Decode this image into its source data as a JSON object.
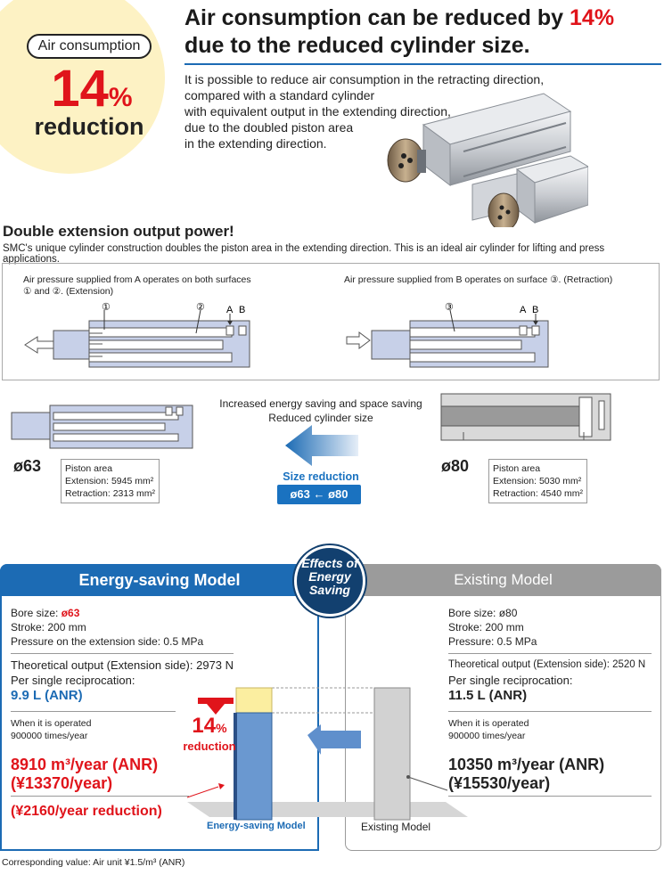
{
  "badge": {
    "pill": "Air consumption",
    "percent": "14",
    "percent_sign": "%",
    "label": "reduction"
  },
  "headline": {
    "line1_pre": "Air consumption can be reduced by ",
    "line1_pct": "14%",
    "line2": "due to the reduced cylinder size."
  },
  "intro": "It is possible to reduce air consumption in the retracting direction,\ncompared with a standard cylinder\nwith equivalent output in the extending direction,\ndue to the doubled piston area\nin the extending direction.",
  "section": {
    "title": "Double extension output power!",
    "subtitle": "SMC's unique cylinder construction doubles the piston area in the extending direction. This is an ideal air cylinder for lifting and press applications."
  },
  "diagram": {
    "left_caption_1": "Air pressure supplied from A operates on both surfaces",
    "left_caption_2": "① and ②. (Extension)",
    "right_caption": "Air pressure supplied from B operates on surface ③. (Retraction)",
    "label_1": "①",
    "label_2": "②",
    "label_3": "③",
    "label_a": "A",
    "label_b": "B"
  },
  "compare": {
    "caption_1": "Increased energy saving and space saving",
    "caption_2": "Reduced cylinder size",
    "left_bore": "ø63",
    "left_piston": {
      "title": "Piston area",
      "extension": "Extension: 5945 mm²",
      "retraction": "Retraction: 2313 mm²"
    },
    "right_bore": "ø80",
    "right_piston": {
      "title": "Piston area",
      "extension": "Extension: 5030 mm²",
      "retraction": "Retraction: 4540 mm²"
    },
    "size_reduction_label": "Size reduction",
    "size_reduction_chip": "ø63 ← ø80"
  },
  "effects": {
    "line1": "Effects of",
    "line2": "Energy",
    "line3": "Saving"
  },
  "energy_model": {
    "title": "Energy-saving Model",
    "bore_label": "Bore size: ",
    "bore_value": "ø63",
    "stroke": "Stroke: 200 mm",
    "pressure": "Pressure on the extension side: 0.5 MPa",
    "output": "Theoretical output (Extension side): 2973 N",
    "per_recip": "Per single reciprocation:",
    "per_recip_value": "9.9 L (ANR)",
    "operated_1": "When it is operated",
    "operated_2": "900000 times/year",
    "annual": "8910 m³/year (ANR)",
    "annual_yen": "(¥13370/year)",
    "reduction_yen": "(¥2160/year reduction)",
    "bar_caption": "Energy-saving Model"
  },
  "existing_model": {
    "title": "Existing Model",
    "bore": "Bore size: ø80",
    "stroke": "Stroke: 200 mm",
    "pressure": "Pressure: 0.5 MPa",
    "output": "Theoretical output (Extension side): 2520 N",
    "per_recip": "Per single reciprocation:",
    "per_recip_value": "11.5 L (ANR)",
    "operated_1": "When it is operated",
    "operated_2": "900000 times/year",
    "annual": "10350 m³/year (ANR)",
    "annual_yen": "(¥15530/year)",
    "bar_caption": "Existing Model"
  },
  "reduction_badge": {
    "pct": "14",
    "sign": "%",
    "label": "reduction"
  },
  "footnote": "Corresponding value: Air unit ¥1.5/m³ (ANR)",
  "colors": {
    "brand_blue": "#1c6bb4",
    "accent_red": "#e0141b",
    "badge_yellow": "#fdf2c4",
    "gray": "#9b9b9b"
  }
}
